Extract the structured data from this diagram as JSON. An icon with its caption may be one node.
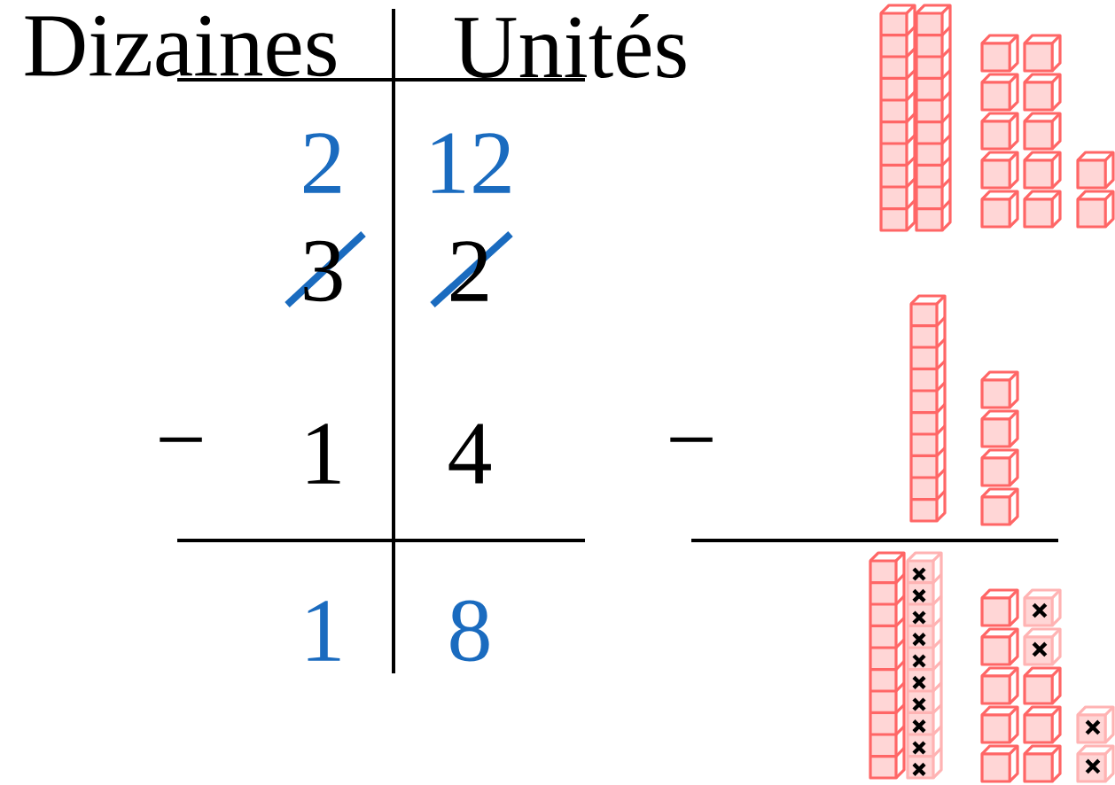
{
  "diagram": {
    "labels": [
      "Dizaines",
      "Unités",
      "2",
      "12",
      "3",
      "2",
      "−",
      "1",
      "4",
      "−",
      "1",
      "8"
    ]
  }
}
